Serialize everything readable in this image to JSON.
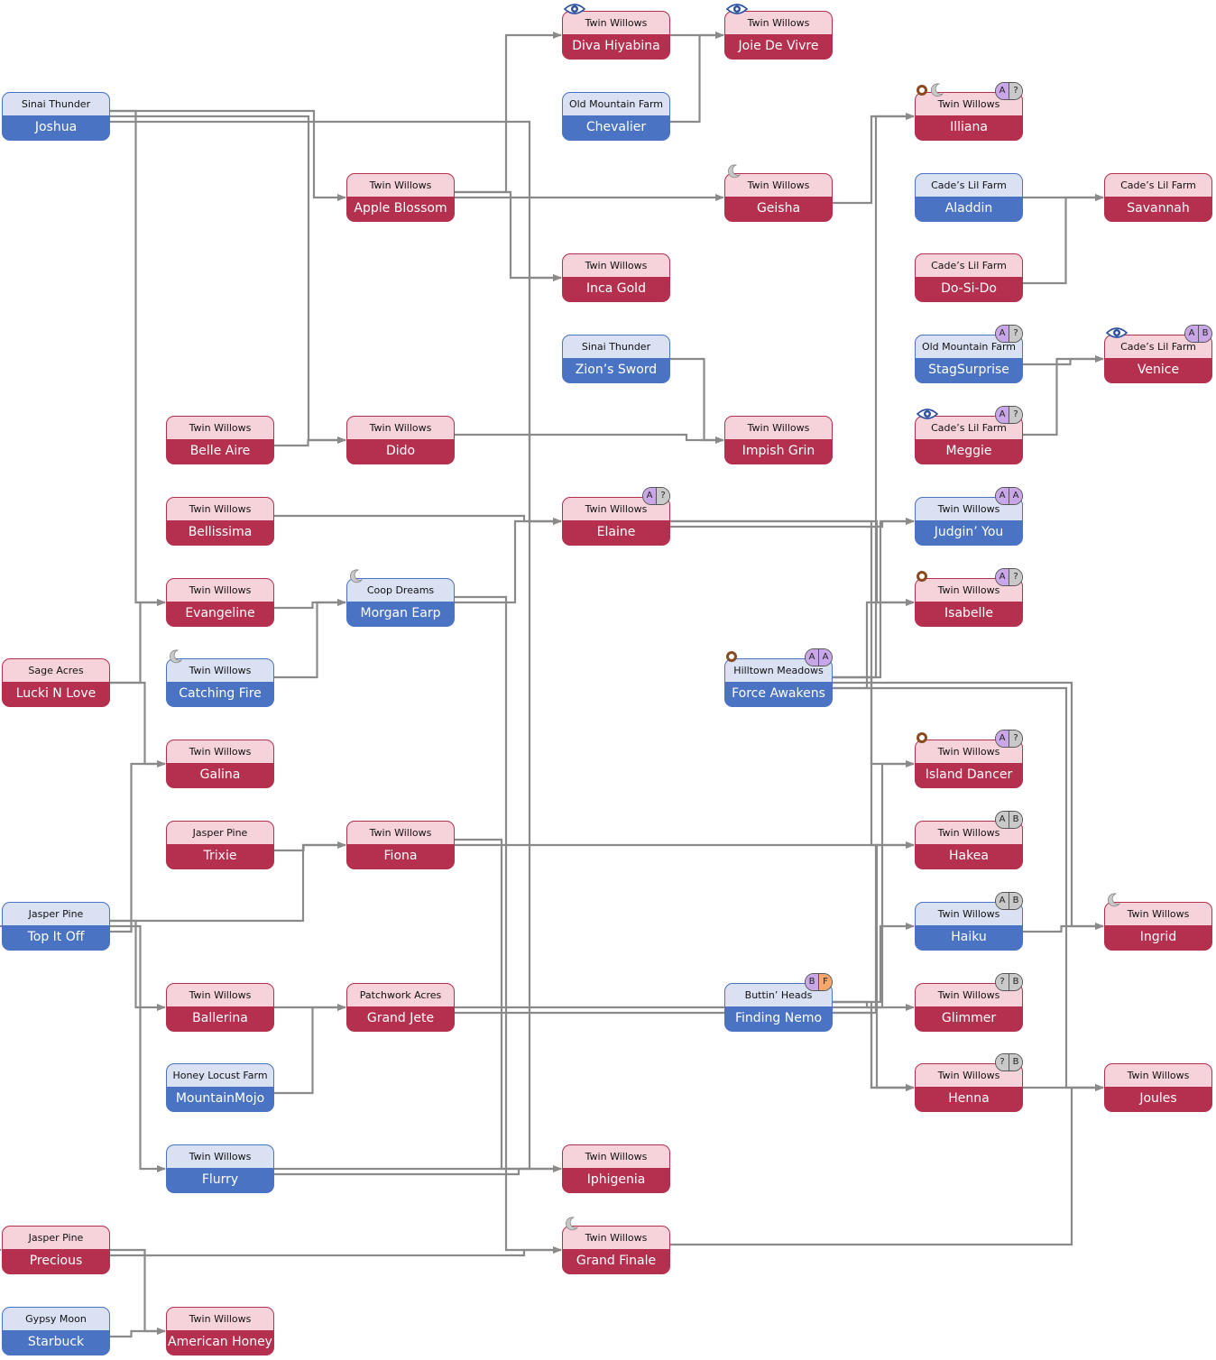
{
  "nodes": {
    "diva": {
      "farm": "Twin Willows",
      "name": "Diva Hiyabina",
      "sex": "female",
      "col": 3,
      "row": 0,
      "badges": [
        "eye"
      ]
    },
    "joie": {
      "farm": "Twin Willows",
      "name": "Joie De Vivre",
      "sex": "female",
      "col": 4,
      "row": 0,
      "badges": [
        "eye"
      ]
    },
    "joshua": {
      "farm": "Sinai Thunder",
      "name": "Joshua",
      "sex": "male",
      "col": 0,
      "row": 1
    },
    "chevalier": {
      "farm": "Old Mountain Farm",
      "name": "Chevalier",
      "sex": "male",
      "col": 3,
      "row": 1
    },
    "illiana": {
      "farm": "Twin Willows",
      "name": "Illiana",
      "sex": "female",
      "col": 5,
      "row": 1,
      "badges": [
        "ring",
        "moon"
      ],
      "gene": {
        "letters": [
          "A",
          "?"
        ],
        "colors": [
          "#c9a6e8",
          "#c9c9c9"
        ]
      }
    },
    "apple": {
      "farm": "Twin Willows",
      "name": "Apple Blossom",
      "sex": "female",
      "col": 2,
      "row": 2
    },
    "geisha": {
      "farm": "Twin Willows",
      "name": "Geisha",
      "sex": "female",
      "col": 4,
      "row": 2,
      "badges": [
        "moon"
      ]
    },
    "aladdin": {
      "farm": "Cade’s Lil Farm",
      "name": "Aladdin",
      "sex": "male",
      "col": 5,
      "row": 2
    },
    "savannah": {
      "farm": "Cade’s Lil Farm",
      "name": "Savannah",
      "sex": "female",
      "col": 6,
      "row": 2
    },
    "inca": {
      "farm": "Twin Willows",
      "name": "Inca Gold",
      "sex": "female",
      "col": 3,
      "row": 3
    },
    "dosido": {
      "farm": "Cade’s Lil Farm",
      "name": "Do-Si-Do",
      "sex": "female",
      "col": 5,
      "row": 3
    },
    "zion": {
      "farm": "Sinai Thunder",
      "name": "Zion’s Sword",
      "sex": "male",
      "col": 3,
      "row": 4
    },
    "stag": {
      "farm": "Old Mountain Farm",
      "name": "StagSurprise",
      "sex": "male",
      "col": 5,
      "row": 4,
      "gene": {
        "letters": [
          "A",
          "?"
        ],
        "colors": [
          "#c9a6e8",
          "#c9c9c9"
        ]
      }
    },
    "venice": {
      "farm": "Cade’s Lil Farm",
      "name": "Venice",
      "sex": "female",
      "col": 6,
      "row": 4,
      "badges": [
        "eye"
      ],
      "gene": {
        "letters": [
          "A",
          "B"
        ],
        "colors": [
          "#c9a6e8",
          "#c9a6e8"
        ]
      }
    },
    "belle": {
      "farm": "Twin Willows",
      "name": "Belle Aire",
      "sex": "female",
      "col": 1,
      "row": 5
    },
    "dido": {
      "farm": "Twin Willows",
      "name": "Dido",
      "sex": "female",
      "col": 2,
      "row": 5
    },
    "impish": {
      "farm": "Twin Willows",
      "name": "Impish Grin",
      "sex": "female",
      "col": 4,
      "row": 5
    },
    "meggie": {
      "farm": "Cade’s Lil Farm",
      "name": "Meggie",
      "sex": "female",
      "col": 5,
      "row": 5,
      "badges": [
        "eye"
      ],
      "gene": {
        "letters": [
          "A",
          "?"
        ],
        "colors": [
          "#c9a6e8",
          "#c9c9c9"
        ]
      }
    },
    "bellissima": {
      "farm": "Twin Willows",
      "name": "Bellissima",
      "sex": "female",
      "col": 1,
      "row": 6
    },
    "elaine": {
      "farm": "Twin Willows",
      "name": "Elaine",
      "sex": "female",
      "col": 3,
      "row": 6,
      "gene": {
        "letters": [
          "A",
          "?"
        ],
        "colors": [
          "#c9a6e8",
          "#c9c9c9"
        ]
      }
    },
    "judgin": {
      "farm": "Twin Willows",
      "name": "Judgin’ You",
      "sex": "male",
      "col": 5,
      "row": 6,
      "gene": {
        "letters": [
          "A",
          "A"
        ],
        "colors": [
          "#c9a6e8",
          "#c9a6e8"
        ]
      }
    },
    "evangeline": {
      "farm": "Twin Willows",
      "name": "Evangeline",
      "sex": "female",
      "col": 1,
      "row": 7
    },
    "morgan": {
      "farm": "Coop Dreams",
      "name": "Morgan Earp",
      "sex": "male",
      "col": 2,
      "row": 7,
      "badges": [
        "moon"
      ]
    },
    "isabelle": {
      "farm": "Twin Willows",
      "name": "Isabelle",
      "sex": "female",
      "col": 5,
      "row": 7,
      "badges": [
        "ring"
      ],
      "gene": {
        "letters": [
          "A",
          "?"
        ],
        "colors": [
          "#c9a6e8",
          "#c9c9c9"
        ]
      }
    },
    "lucki": {
      "farm": "Sage Acres",
      "name": "Lucki N Love",
      "sex": "female",
      "col": 0,
      "row": 8
    },
    "catching": {
      "farm": "Twin Willows",
      "name": "Catching Fire",
      "sex": "male",
      "col": 1,
      "row": 8,
      "badges": [
        "moon"
      ]
    },
    "force": {
      "farm": "Hilltown Meadows",
      "name": "Force Awakens",
      "sex": "male",
      "col": 4,
      "row": 8,
      "badges": [
        "ring"
      ],
      "gene": {
        "letters": [
          "A",
          "A"
        ],
        "colors": [
          "#c9a6e8",
          "#c9a6e8"
        ]
      }
    },
    "galina": {
      "farm": "Twin Willows",
      "name": "Galina",
      "sex": "female",
      "col": 1,
      "row": 9
    },
    "island": {
      "farm": "Twin Willows",
      "name": "Island Dancer",
      "sex": "female",
      "col": 5,
      "row": 9,
      "badges": [
        "ring"
      ],
      "gene": {
        "letters": [
          "A",
          "?"
        ],
        "colors": [
          "#c9a6e8",
          "#c9c9c9"
        ]
      }
    },
    "trixie": {
      "farm": "Jasper Pine",
      "name": "Trixie",
      "sex": "female",
      "col": 1,
      "row": 10
    },
    "fiona": {
      "farm": "Twin Willows",
      "name": "Fiona",
      "sex": "female",
      "col": 2,
      "row": 10
    },
    "hakea": {
      "farm": "Twin Willows",
      "name": "Hakea",
      "sex": "female",
      "col": 5,
      "row": 10,
      "gene": {
        "letters": [
          "A",
          "B"
        ],
        "colors": [
          "#c9c9c9",
          "#c9c9c9"
        ]
      }
    },
    "topitoff": {
      "farm": "Jasper Pine",
      "name": "Top It Off",
      "sex": "male",
      "col": 0,
      "row": 11
    },
    "haiku": {
      "farm": "Twin Willows",
      "name": "Haiku",
      "sex": "male",
      "col": 5,
      "row": 11,
      "gene": {
        "letters": [
          "A",
          "B"
        ],
        "colors": [
          "#c9c9c9",
          "#c9c9c9"
        ]
      }
    },
    "ingrid": {
      "farm": "Twin Willows",
      "name": "Ingrid",
      "sex": "female",
      "col": 6,
      "row": 11,
      "badges": [
        "moon"
      ]
    },
    "ballerina": {
      "farm": "Twin Willows",
      "name": "Ballerina",
      "sex": "female",
      "col": 1,
      "row": 12
    },
    "grandjete": {
      "farm": "Patchwork Acres",
      "name": "Grand Jete",
      "sex": "female",
      "col": 2,
      "row": 12
    },
    "nemo": {
      "farm": "Buttin’ Heads",
      "name": "Finding Nemo",
      "sex": "male",
      "col": 4,
      "row": 12,
      "gene": {
        "letters": [
          "B",
          "F"
        ],
        "colors": [
          "#c9a6e8",
          "#f5a86a"
        ]
      }
    },
    "glimmer": {
      "farm": "Twin Willows",
      "name": "Glimmer",
      "sex": "female",
      "col": 5,
      "row": 12,
      "gene": {
        "letters": [
          "?",
          "B"
        ],
        "colors": [
          "#c9c9c9",
          "#c9c9c9"
        ]
      }
    },
    "mojo": {
      "farm": "Honey Locust Farm",
      "name": "MountainMojo",
      "sex": "male",
      "col": 1,
      "row": 13
    },
    "henna": {
      "farm": "Twin Willows",
      "name": "Henna",
      "sex": "female",
      "col": 5,
      "row": 13,
      "gene": {
        "letters": [
          "?",
          "B"
        ],
        "colors": [
          "#c9c9c9",
          "#c9c9c9"
        ]
      }
    },
    "joules": {
      "farm": "Twin Willows",
      "name": "Joules",
      "sex": "female",
      "col": 6,
      "row": 13
    },
    "flurry": {
      "farm": "Twin Willows",
      "name": "Flurry",
      "sex": "male",
      "col": 1,
      "row": 14
    },
    "iphigenia": {
      "farm": "Twin Willows",
      "name": "Iphigenia",
      "sex": "female",
      "col": 3,
      "row": 14
    },
    "precious": {
      "farm": "Jasper Pine",
      "name": "Precious",
      "sex": "female",
      "col": 0,
      "row": 15
    },
    "grandfinale": {
      "farm": "Twin Willows",
      "name": "Grand Finale",
      "sex": "female",
      "col": 3,
      "row": 15,
      "badges": [
        "moon"
      ]
    },
    "starbuck": {
      "farm": "Gypsy Moon",
      "name": "Starbuck",
      "sex": "male",
      "col": 0,
      "row": 16
    },
    "americanhoney": {
      "farm": "Twin Willows",
      "name": "American Honey",
      "sex": "female",
      "col": 1,
      "row": 16
    }
  },
  "links": [
    [
      "apple",
      "diva"
    ],
    [
      "diva",
      "joie"
    ],
    [
      "chevalier",
      "joie"
    ],
    [
      "joshua",
      "apple"
    ],
    [
      "apple",
      "geisha"
    ],
    [
      "geisha",
      "illiana"
    ],
    [
      "force",
      "illiana"
    ],
    [
      "aladdin",
      "savannah"
    ],
    [
      "dosido",
      "savannah"
    ],
    [
      "apple",
      "inca"
    ],
    [
      "flurry",
      "inca"
    ],
    [
      "stag",
      "venice"
    ],
    [
      "meggie",
      "venice"
    ],
    [
      "joshua",
      "dido"
    ],
    [
      "belle",
      "dido"
    ],
    [
      "dido",
      "impish"
    ],
    [
      "zion",
      "impish"
    ],
    [
      "joshua",
      "elaine"
    ],
    [
      "bellissima",
      "elaine"
    ],
    [
      "morgan",
      "elaine"
    ],
    [
      "elaine",
      "judgin"
    ],
    [
      "force",
      "judgin"
    ],
    [
      "elaine",
      "isabelle"
    ],
    [
      "force",
      "isabelle"
    ],
    [
      "joshua",
      "evangeline"
    ],
    [
      "lucki",
      "evangeline"
    ],
    [
      "evangeline",
      "morgan"
    ],
    [
      "catching",
      "morgan"
    ],
    [
      "lucki",
      "galina"
    ],
    [
      "topitoff",
      "galina"
    ],
    [
      "force",
      "island"
    ],
    [
      "grandjete",
      "island"
    ],
    [
      "trixie",
      "fiona"
    ],
    [
      "topitoff",
      "fiona"
    ],
    [
      "elaine",
      "hakea"
    ],
    [
      "nemo",
      "hakea"
    ],
    [
      "nemo",
      "haiku"
    ],
    [
      "force",
      "ingrid"
    ],
    [
      "haiku",
      "ingrid"
    ],
    [
      "topitoff",
      "ballerina"
    ],
    [
      "ballerina",
      "grandjete"
    ],
    [
      "mojo",
      "grandjete"
    ],
    [
      "nemo",
      "glimmer"
    ],
    [
      "fiona",
      "henna"
    ],
    [
      "grandjete",
      "henna"
    ],
    [
      "nemo",
      "henna"
    ],
    [
      "henna",
      "joules"
    ],
    [
      "force",
      "joules"
    ],
    [
      "grandfinale",
      "joules"
    ],
    [
      "topitoff",
      "flurry"
    ],
    [
      "flurry",
      "iphigenia"
    ],
    [
      "fiona",
      "iphigenia"
    ],
    [
      "topitoff",
      "precious"
    ],
    [
      "precious",
      "grandfinale"
    ],
    [
      "morgan",
      "grandfinale"
    ],
    [
      "precious",
      "americanhoney"
    ],
    [
      "starbuck",
      "americanhoney"
    ]
  ]
}
